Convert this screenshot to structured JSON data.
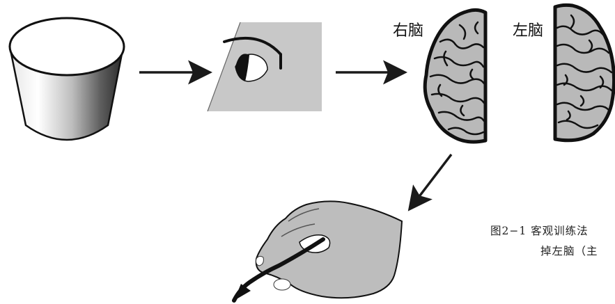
{
  "labels": {
    "right_brain": "右脑",
    "left_brain": "左脑"
  },
  "caption": {
    "line1": "图2−1  客观训练法",
    "line2": "掉左脑（主"
  },
  "colors": {
    "ink": "#111111",
    "arrow": "#1a1a1a",
    "eye_panel": "#c8c8c8",
    "brain_fill": "#b9b9b9",
    "hand_fill": "#bdbdbd"
  }
}
